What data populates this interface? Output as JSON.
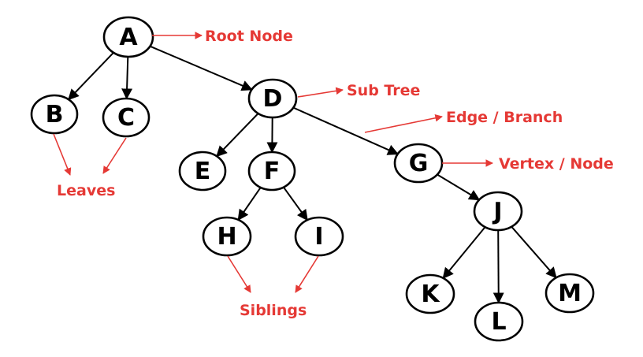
{
  "diagram": {
    "colors": {
      "node_stroke": "#000000",
      "edge": "#000000",
      "annotation": "#e53935"
    },
    "nodes": {
      "A": {
        "label": "A"
      },
      "B": {
        "label": "B"
      },
      "C": {
        "label": "C"
      },
      "D": {
        "label": "D"
      },
      "E": {
        "label": "E"
      },
      "F": {
        "label": "F"
      },
      "G": {
        "label": "G"
      },
      "H": {
        "label": "H"
      },
      "I": {
        "label": "I"
      },
      "J": {
        "label": "J"
      },
      "K": {
        "label": "K"
      },
      "L": {
        "label": "L"
      },
      "M": {
        "label": "M"
      }
    },
    "edges": [
      [
        "A",
        "B"
      ],
      [
        "A",
        "C"
      ],
      [
        "A",
        "D"
      ],
      [
        "D",
        "E"
      ],
      [
        "D",
        "F"
      ],
      [
        "D",
        "G"
      ],
      [
        "F",
        "H"
      ],
      [
        "F",
        "I"
      ],
      [
        "G",
        "J"
      ],
      [
        "J",
        "K"
      ],
      [
        "J",
        "L"
      ],
      [
        "J",
        "M"
      ]
    ],
    "annotations": {
      "root_node": "Root Node",
      "sub_tree": "Sub Tree",
      "edge_branch": "Edge / Branch",
      "vertex_node": "Vertex / Node",
      "leaves": "Leaves",
      "siblings": "Siblings"
    }
  }
}
